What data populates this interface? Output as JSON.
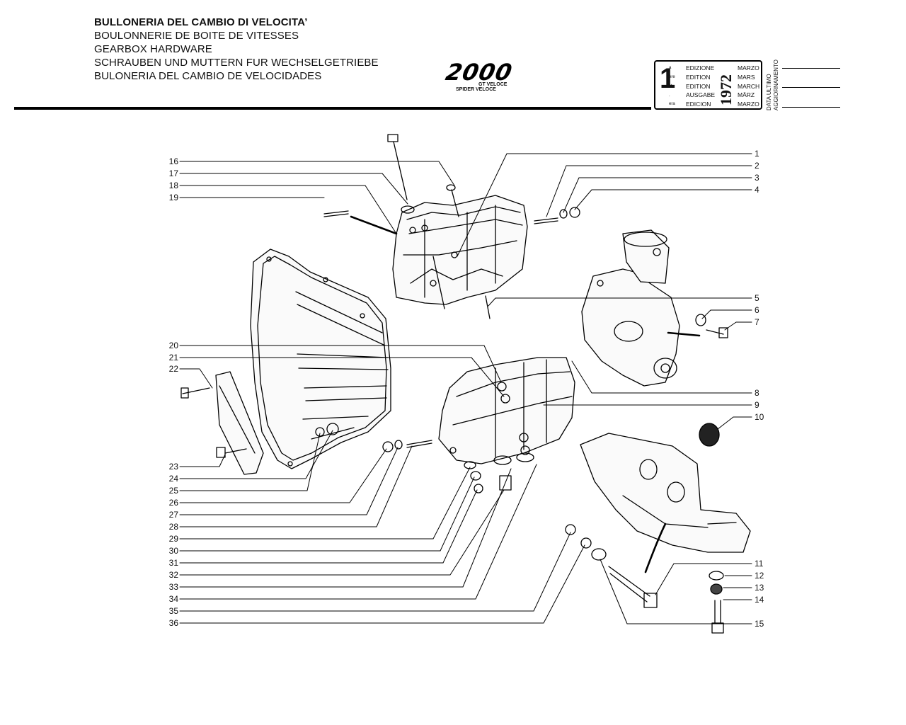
{
  "header": {
    "titles": [
      "BULLONERIA DEL CAMBIO DI VELOCITA’",
      "BOULONNERIE DE BOITE DE VITESSES",
      "GEARBOX HARDWARE",
      "SCHRAUBEN UND MUTTERN FUR WECHSELGETRIEBE",
      "BULONERIA DEL CAMBIO DE VELOCIDADES"
    ],
    "logo": {
      "mark": "2000",
      "line1": "GT VELOCE",
      "line2": "SPIDER VELOCE"
    },
    "edition": {
      "number": "1",
      "suffixes": [
        "a",
        "ère",
        "st",
        ".",
        "era"
      ],
      "words": [
        "EDIZIONE",
        "EDITION",
        "EDITION",
        "AUSGABE",
        "EDICION"
      ],
      "year": "1972",
      "months": [
        "MARZO",
        "MARS",
        "MARCH",
        "MÄRZ",
        "MARZO"
      ]
    },
    "update_label": [
      "DATA ULTIMO",
      "AGGIORNAMENTO"
    ]
  },
  "callouts": {
    "left": [
      "16",
      "17",
      "18",
      "19",
      "20",
      "21",
      "22",
      "23",
      "24",
      "25",
      "26",
      "27",
      "28",
      "29",
      "30",
      "31",
      "32",
      "33",
      "34",
      "35",
      "36"
    ],
    "right": [
      "1",
      "2",
      "3",
      "4",
      "5",
      "6",
      "7",
      "8",
      "9",
      "10",
      "11",
      "12",
      "13",
      "14",
      "15"
    ]
  }
}
